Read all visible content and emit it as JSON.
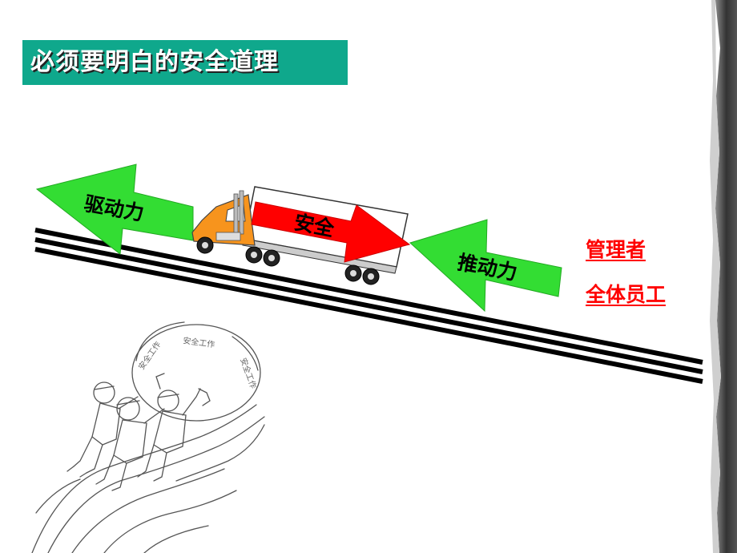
{
  "slide": {
    "title": "必须要明白的安全道理",
    "labels": {
      "drive_force": "驱动力",
      "safety": "安全",
      "push_force": "推动力"
    },
    "roles": {
      "managers": "管理者",
      "all_staff": "全体员工"
    },
    "illustration_text": {
      "boulder_1": "安全工作",
      "boulder_2": "安全工作",
      "boulder_3": "安全工作"
    },
    "colors": {
      "title_bg": "#0FA88C",
      "title_text": "#FFFFFF",
      "arrow_green": "#33DD33",
      "arrow_red": "#FF0000",
      "truck_orange": "#F7941D",
      "role_text": "#FF0000",
      "road": "#000000"
    },
    "icons": [
      "truck-icon",
      "boulder-pushing-workers-illustration",
      "green-left-arrow-icon",
      "red-right-arrow-icon"
    ]
  }
}
